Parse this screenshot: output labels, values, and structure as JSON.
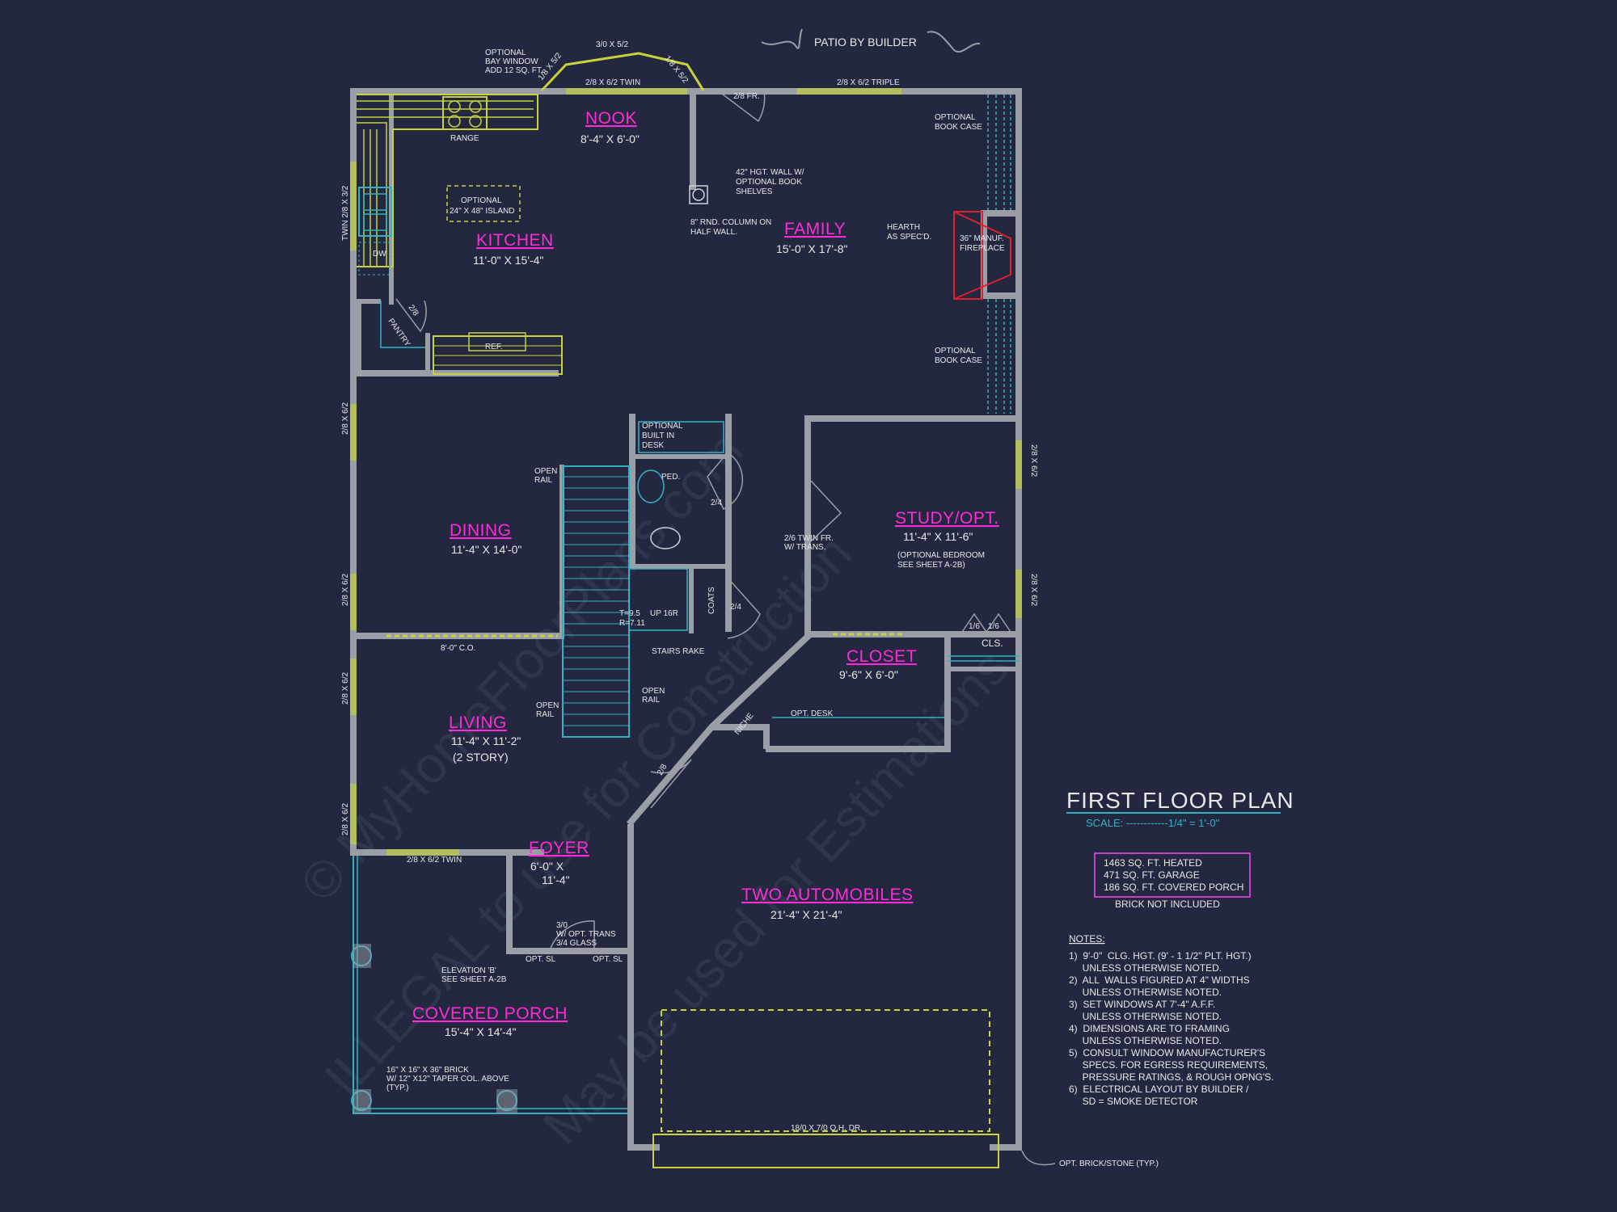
{
  "header": {
    "patio_label": "PATIO BY BUILDER"
  },
  "rooms": {
    "nook": {
      "name": "NOOK",
      "dim": "8'-4\" X 6'-0\""
    },
    "kitchen": {
      "name": "KITCHEN",
      "dim": "11'-0\" X 15'-4\""
    },
    "family": {
      "name": "FAMILY",
      "dim": "15'-0\" X 17'-8\""
    },
    "dining": {
      "name": "DINING",
      "dim": "11'-4\" X 14'-0\""
    },
    "study": {
      "name": "STUDY/OPT.",
      "dim": "11'-4\" X 11'-6\"",
      "note1": "(OPTIONAL BEDROOM",
      "note2": "SEE SHEET A-2B)"
    },
    "closet": {
      "name": "CLOSET",
      "dim": "9'-6\" X 6'-0\""
    },
    "living": {
      "name": "LIVING",
      "dim": "11'-4\" X 11'-2\"",
      "note": "(2 STORY)"
    },
    "foyer": {
      "name": "FOYER",
      "dim1": "6'-0\" X",
      "dim2": "11'-4\""
    },
    "garage": {
      "name": "TWO AUTOMOBILES",
      "dim": "21'-4\" X 21'-4\""
    },
    "porch": {
      "name": "COVERED PORCH",
      "dim": "15'-4\" X 14'-4\""
    }
  },
  "labels": {
    "bay1": "OPTIONAL",
    "bay2": "BAY WINDOW",
    "bay3": "ADD 12 SQ. FT.",
    "bay_top": "3/0 X 5/2",
    "bay_left": "1/8 X 5/2",
    "bay_right": "1/8 X 5/2",
    "twin_top": "2/8 X 6/2 TWIN",
    "triple_top": "2/8 X 6/2 TRIPLE",
    "fr_door": "2/8 FR.",
    "range": "RANGE",
    "island1": "OPTIONAL",
    "island2": "24\" X 48\" ISLAND",
    "dw": "DW",
    "twin_left": "TWIN 2/8 X 3/2",
    "pantry": "PANTRY",
    "pantry_door": "2/8",
    "ref": "REF.",
    "wall42_1": "42\" HGT. WALL W/",
    "wall42_2": "OPTIONAL BOOK",
    "wall42_3": "SHELVES",
    "column1": "8\" RND. COLUMN ON",
    "column2": "HALF WALL.",
    "bookcase1": "OPTIONAL",
    "bookcase2": "BOOK CASE",
    "bookcase3": "OPTIONAL",
    "bookcase4": "BOOK CASE",
    "hearth1": "HEARTH",
    "hearth2": "AS SPEC'D.",
    "fire1": "36\" MANUF.",
    "fire2": "FIREPLACE",
    "win_d1": "2/8 X 6/2",
    "win_d2": "2/8 X 6/2",
    "win_l1": "2/8 X 6/2",
    "win_l2": "2/8 X 6/2",
    "win_s1": "2/8 X 6/2",
    "win_s2": "2/8 X 6/2",
    "desk1": "OPTIONAL",
    "desk2": "BUILT IN",
    "desk3": "DESK",
    "openrail1a": "OPEN",
    "openrail1b": "RAIL",
    "openrail2a": "OPEN",
    "openrail2b": "RAIL",
    "openrail3a": "OPEN",
    "openrail3b": "RAIL",
    "ped": "PED.",
    "door24a": "2/4",
    "door24b": "2/4",
    "twinfr1": "2/6 TWIN FR.",
    "twinfr2": "W/ TRANS.",
    "tread1": "T=9.5",
    "tread2": "R=7.11",
    "up": "UP 16R",
    "coats": "COATS",
    "stairs_rake": "STAIRS RAKE",
    "co": "8'-0\" C.O.",
    "d16a": "1/6",
    "d16b": "1/6",
    "cls": "CLS.",
    "niche": "NICHE",
    "opt_desk": "OPT. DESK",
    "door28": "2/8",
    "twin_foyer": "2/8 X 6/2 TWIN",
    "entry1": "3/0",
    "entry2": "W/ OPT. TRANS",
    "entry3": "3/4 GLASS",
    "optsl1": "OPT. SL",
    "optsl2": "OPT. SL",
    "elev1": "ELEVATION 'B'",
    "elev2": "SEE SHEET A-2B",
    "brick1": "16\" X 16\" X 36\" BRICK",
    "brick2": "W/ 12\" X12\" TAPER COL. ABOVE",
    "brick3": "(TYP.)",
    "ohdoor": "18/0 X 7/0 O.H. DR.",
    "optbrick": "OPT. BRICK/STONE (TYP.)"
  },
  "title_block": {
    "title": "FIRST FLOOR PLAN",
    "scale": "SCALE: ------------1/4\" = 1'-0\"",
    "areas": [
      "1463 SQ. FT. HEATED",
      "471 SQ. FT. GARAGE",
      "186 SQ. FT. COVERED PORCH"
    ],
    "brick_note": "BRICK NOT INCLUDED"
  },
  "notes": {
    "heading": "NOTES:",
    "lines": [
      "1)  9'-0\"  CLG. HGT. (9' - 1 1/2\" PLT. HGT.)",
      "     UNLESS OTHERWISE NOTED.",
      "2)  ALL  WALLS FIGURED AT 4\" WIDTHS",
      "     UNLESS OTHERWISE NOTED.",
      "3)  SET WINDOWS AT 7'-4\" A.F.F.",
      "     UNLESS OTHERWISE NOTED.",
      "4)  DIMENSIONS ARE TO FRAMING",
      "     UNLESS OTHERWISE NOTED.",
      "5)  CONSULT WINDOW MANUFACTURER'S",
      "     SPECS. FOR EGRESS REQUIREMENTS,",
      "     PRESSURE RATINGS, & ROUGH OPNG'S.",
      "6)  ELECTRICAL LAYOUT BY BUILDER /",
      "     SD = SMOKE DETECTOR"
    ]
  },
  "watermark": {
    "line1": "© MyHomeFloorPlans.com",
    "line2": "ILLEGAL to use for Construction",
    "line3": "May be used for Estimations"
  },
  "colors": {
    "background": "#232840",
    "wall": "#9a9ea6",
    "room_label": "#ff2bd6",
    "window": "#c9d23a",
    "cyan": "#2fb3c4",
    "fireplace": "#e0202a"
  }
}
